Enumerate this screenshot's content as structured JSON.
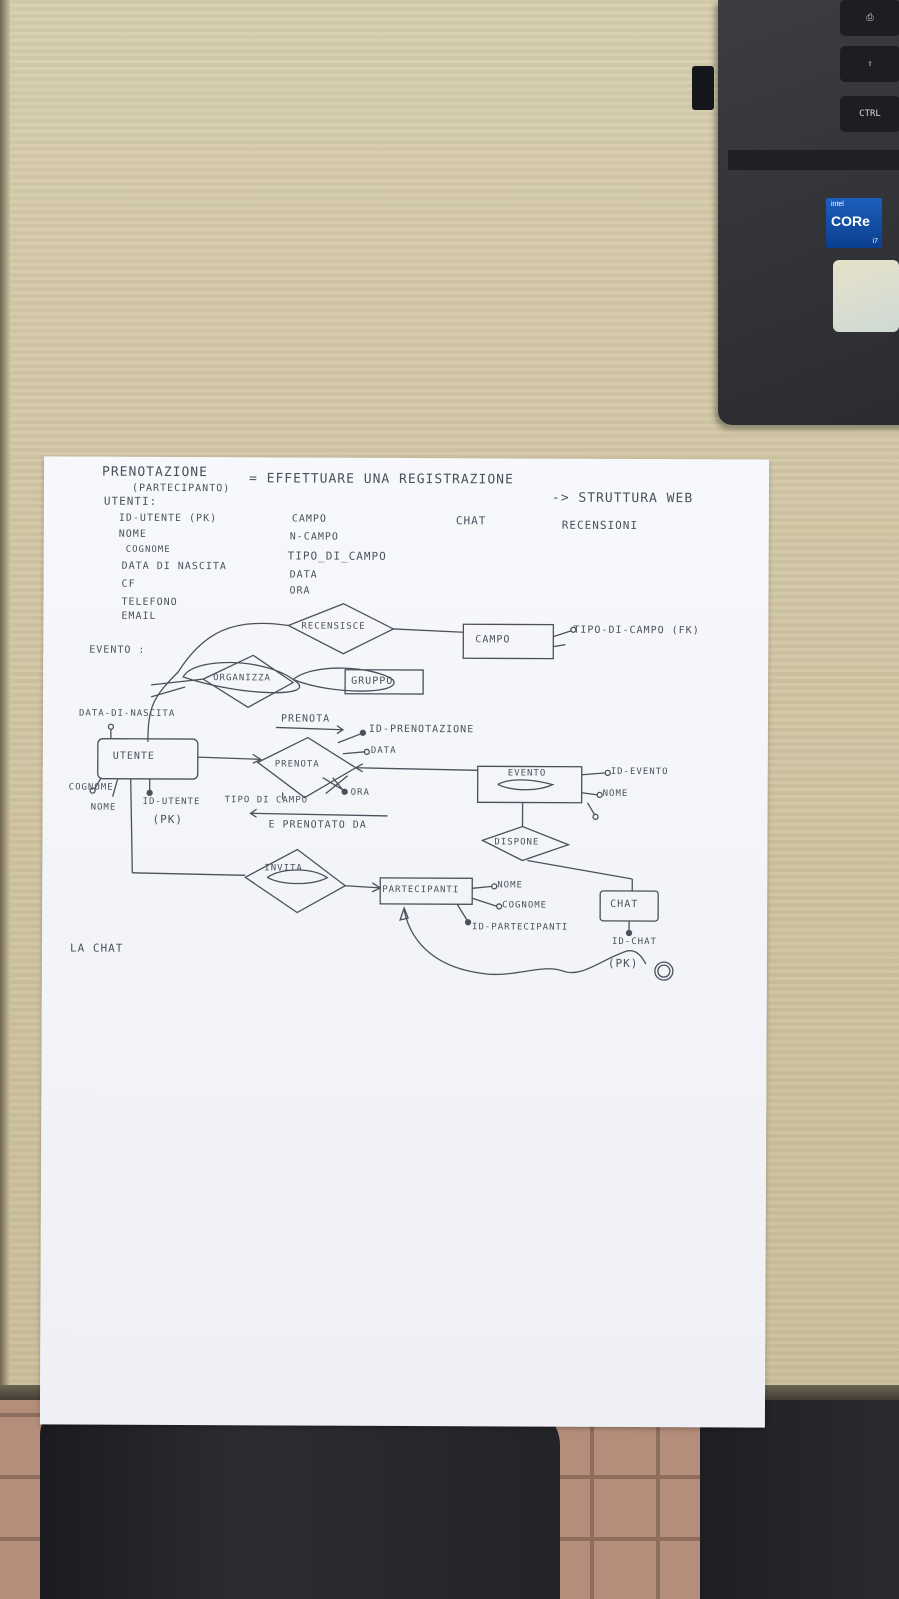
{
  "laptop": {
    "keys": [
      "⎙",
      "⇧",
      "CTRL"
    ],
    "badge": {
      "brand": "intel",
      "model": "CORe",
      "tier": "i7"
    }
  },
  "sheet": {
    "header": {
      "title": "PRENOTAZIONE",
      "title_sub": "(PARTECIPANTO)",
      "equation": "= EFFETTUARE UNA REGISTRAZIONE",
      "arrow_note": "-> STRUTTURA WEB",
      "chat": "CHAT",
      "recensioni": "RECENSIONI"
    },
    "utenti_list": {
      "heading": "UTENTI:",
      "items": [
        "ID-UTENTE (PK)",
        "NOME",
        "COGNOME",
        "DATA DI NASCITA",
        "CF",
        "TELEFONO",
        "EMAIL"
      ]
    },
    "campo_list": {
      "items": [
        "CAMPO",
        "N-CAMPO",
        "TIPO_DI_CAMPO",
        "DATA",
        "ORA"
      ]
    },
    "evento_label": "EVENTO :",
    "la_chat": "LA CHAT",
    "entities": {
      "campo": "CAMPO",
      "gruppo": "GRUPPO",
      "utente": "UTENTE",
      "evento": "EVENTO",
      "partecipanti": "PARTECIPANTI",
      "chat": "CHAT"
    },
    "relations": {
      "recensisce": "RECENSISCE",
      "organizza": "ORGANIZZA",
      "prenota": "PRENOTA",
      "dispone": "DISPONE",
      "invita": "INVITA"
    },
    "attributes": {
      "tipo_di_campo_fk": "TIPO-DI-CAMPO (FK)",
      "data_di_nascita": "DATA-DI-NASCITA",
      "cognome": "COGNOME",
      "nome": "NOME",
      "id_utente": "ID-UTENTE",
      "pk": "(PK)",
      "prenota_arrow": "PRENOTA",
      "id_prenotazione": "ID-PRENOTAZIONE",
      "data": "DATA",
      "ora": "ORA",
      "tipo_di_campo": "TIPO DI CAMPO",
      "e_prenotato_da": "E PRENOTATO DA",
      "id_evento": "ID-EVENTO",
      "nome_evento": "NOME",
      "nome_part": "NOME",
      "cognome_part": "COGNOME",
      "id_partecipanti": "ID-PARTECIPANTI",
      "id_chat": "ID-CHAT",
      "chat_pk": "(PK)"
    }
  }
}
